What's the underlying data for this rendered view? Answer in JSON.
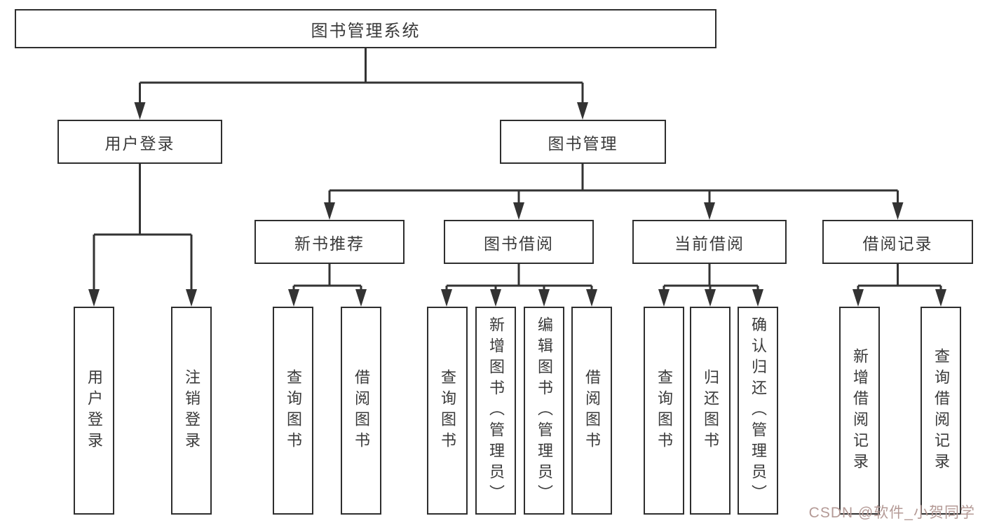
{
  "diagram": {
    "title": "图书管理系统",
    "root": {
      "label": "图书管理系统"
    },
    "level2": [
      {
        "label": "用户登录"
      },
      {
        "label": "图书管理"
      }
    ],
    "level3": [
      {
        "label": "新书推荐"
      },
      {
        "label": "图书借阅"
      },
      {
        "label": "当前借阅"
      },
      {
        "label": "借阅记录"
      }
    ],
    "leaves": {
      "user_login": [
        {
          "label": "用户登录"
        },
        {
          "label": "注销登录"
        }
      ],
      "new_book": [
        {
          "label": "查询图书"
        },
        {
          "label": "借阅图书"
        }
      ],
      "book_borrow": [
        {
          "label": "查询图书"
        },
        {
          "label": "新增图书（管理员）"
        },
        {
          "label": "编辑图书（管理员）"
        },
        {
          "label": "借阅图书"
        }
      ],
      "current_borrow": [
        {
          "label": "查询图书"
        },
        {
          "label": "归还图书"
        },
        {
          "label": "确认归还（管理员）"
        }
      ],
      "borrow_record": [
        {
          "label": "新增借阅记录"
        },
        {
          "label": "查询借阅记录"
        }
      ]
    }
  },
  "watermark": {
    "text": "CSDN @软件_小贺同学"
  },
  "colors": {
    "background": "#ffffff",
    "line": "#333333",
    "box_border": "#2e2e2e",
    "text": "#3a3a3a",
    "watermark": "#b49a96"
  }
}
